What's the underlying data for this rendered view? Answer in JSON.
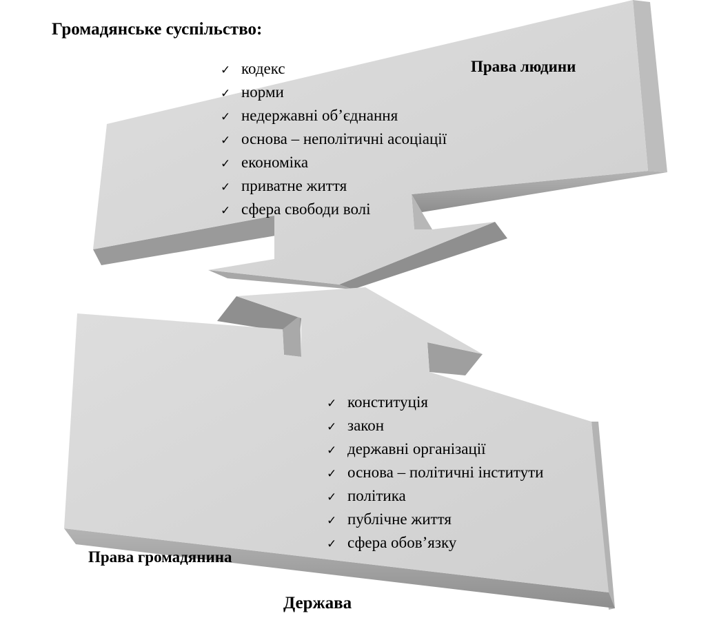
{
  "title": "Громадянське суспільство:",
  "top_block": {
    "label": "Права людини",
    "check_icon": "✓",
    "items": [
      "кодекс",
      "норми",
      "недержавні об’єднання",
      "основа – неполітичні асоціації",
      "економіка",
      "приватне життя",
      "сфера свободи волі"
    ]
  },
  "bottom_block": {
    "label": "Права громадянина",
    "check_icon": "✓",
    "items": [
      "конституція",
      "закон",
      "державні організації",
      "основа – політичні інститути",
      "політика",
      "публічне життя",
      "сфера обов’язку"
    ]
  },
  "footer_label": "Держава",
  "colors": {
    "face": "#d6d6d6",
    "side": "#a2a2a2",
    "top_edge": "#ebebeb"
  }
}
